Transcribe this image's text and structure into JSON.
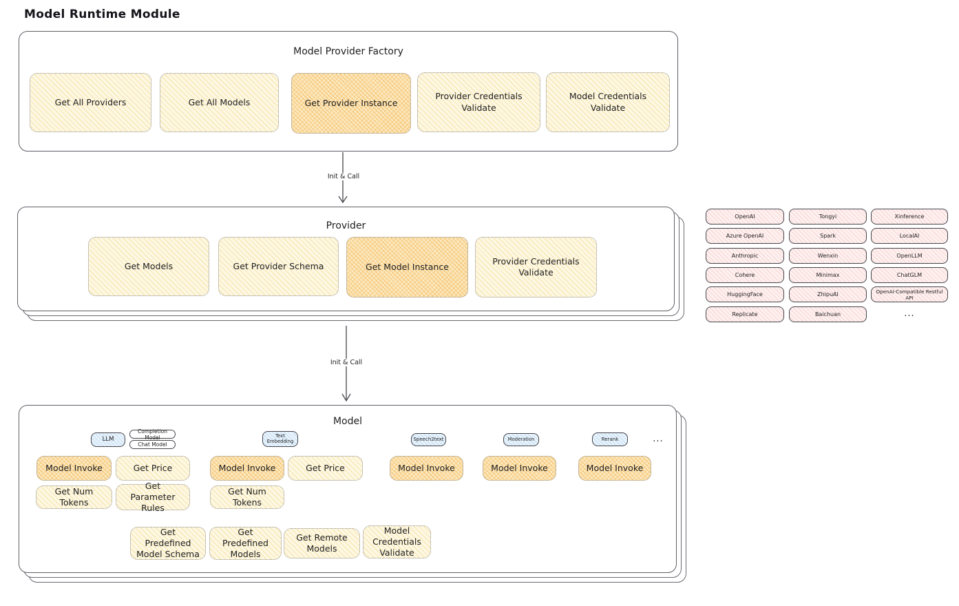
{
  "page": {
    "title": "Model Runtime Module"
  },
  "factory": {
    "title": "Model Provider Factory",
    "nodes": [
      {
        "label": "Get All Providers",
        "highlight": false
      },
      {
        "label": "Get All Models",
        "highlight": false
      },
      {
        "label": "Get Provider Instance",
        "highlight": true
      },
      {
        "label": "Provider Credentials Validate",
        "highlight": false
      },
      {
        "label": "Model Credentials Validate",
        "highlight": false
      }
    ]
  },
  "arrows": [
    {
      "label": "Init & Call"
    },
    {
      "label": "Init & Call"
    }
  ],
  "provider": {
    "title": "Provider",
    "nodes": [
      {
        "label": "Get Models",
        "highlight": false
      },
      {
        "label": "Get Provider Schema",
        "highlight": false
      },
      {
        "label": "Get Model Instance",
        "highlight": true
      },
      {
        "label": "Provider Credentials Validate",
        "highlight": false
      }
    ]
  },
  "providers": {
    "columns": [
      [
        "OpenAI",
        "Azure OpenAI",
        "Anthropic",
        "Cohere",
        "HuggingFace",
        "Replicate"
      ],
      [
        "Tongyi",
        "Spark",
        "Wenxin",
        "Minimax",
        "ZhipuAI",
        "Baichuan"
      ],
      [
        "Xinference",
        "LocalAI",
        "OpenLLM",
        "ChatGLM",
        "OpenAI-Compatible Restful API"
      ]
    ],
    "more": "..."
  },
  "model": {
    "title": "Model",
    "groups": [
      {
        "badge": "LLM",
        "sub_badges": [
          "Completion Model",
          "Chat Model"
        ],
        "nodes": [
          {
            "label": "Model Invoke",
            "highlight": true
          },
          {
            "label": "Get Price",
            "highlight": false
          },
          {
            "label": "Get Num Tokens",
            "highlight": false
          },
          {
            "label": "Get Parameter Rules",
            "highlight": false
          }
        ]
      },
      {
        "badge": "Text Embedding",
        "nodes": [
          {
            "label": "Model Invoke",
            "highlight": true
          },
          {
            "label": "Get Price",
            "highlight": false
          },
          {
            "label": "Get Num Tokens",
            "highlight": false
          }
        ]
      },
      {
        "badge": "Speech2text",
        "nodes": [
          {
            "label": "Model Invoke",
            "highlight": true
          }
        ]
      },
      {
        "badge": "Moderation",
        "nodes": [
          {
            "label": "Model Invoke",
            "highlight": true
          }
        ]
      },
      {
        "badge": "Rerank",
        "nodes": [
          {
            "label": "Model Invoke",
            "highlight": true
          }
        ]
      }
    ],
    "more": "...",
    "shared_nodes": [
      {
        "label": "Get Predefined Model Schema"
      },
      {
        "label": "Get Predefined Models"
      },
      {
        "label": "Get Remote Models"
      },
      {
        "label": "Model Credentials Validate"
      }
    ]
  },
  "colors": {
    "node_yellow": "#fdf8e3",
    "node_highlight_orange": "#fbe9c0",
    "provider_pink": "#fdf1f0",
    "type_blue": "#e9f3fb",
    "stroke_dark": "#45454c",
    "text": "#1e1e1e"
  }
}
